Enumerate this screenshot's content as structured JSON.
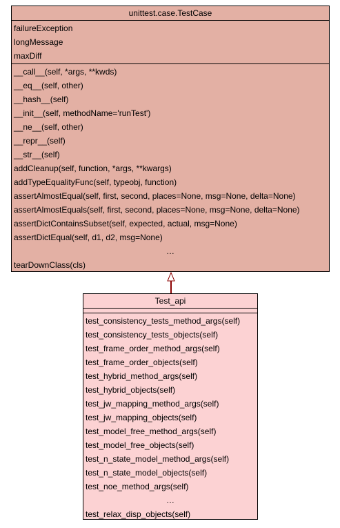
{
  "parent_class": {
    "name": "unittest.case.TestCase",
    "attributes": [
      "failureException",
      "longMessage",
      "maxDiff"
    ],
    "operations": [
      "__call__(self, *args, **kwds)",
      "__eq__(self, other)",
      "__hash__(self)",
      "__init__(self, methodName='runTest')",
      "__ne__(self, other)",
      "__repr__(self)",
      "__str__(self)",
      "addCleanup(self, function, *args, **kwargs)",
      "addTypeEqualityFunc(self, typeobj, function)",
      "assertAlmostEqual(self, first, second, places=None, msg=None, delta=None)",
      "assertAlmostEquals(self, first, second, places=None, msg=None, delta=None)",
      "assertDictContainsSubset(self, expected, actual, msg=None)",
      "assertDictEqual(self, d1, d2, msg=None)",
      "…",
      "tearDownClass(cls)"
    ],
    "fill_color": "#e3b0a4"
  },
  "child_class": {
    "name": "Test_api",
    "attributes": [],
    "operations": [
      "test_consistency_tests_method_args(self)",
      "test_consistency_tests_objects(self)",
      "test_frame_order_method_args(self)",
      "test_frame_order_objects(self)",
      "test_hybrid_method_args(self)",
      "test_hybrid_objects(self)",
      "test_jw_mapping_method_args(self)",
      "test_jw_mapping_objects(self)",
      "test_model_free_method_args(self)",
      "test_model_free_objects(self)",
      "test_n_state_model_method_args(self)",
      "test_n_state_model_objects(self)",
      "test_noe_method_args(self)",
      "…",
      "test_relax_disp_objects(self)"
    ],
    "fill_color": "#fcd2d3"
  },
  "relationship": {
    "type": "inheritance",
    "from": "Test_api",
    "to": "unittest.case.TestCase",
    "line_color": "#8b0000"
  }
}
